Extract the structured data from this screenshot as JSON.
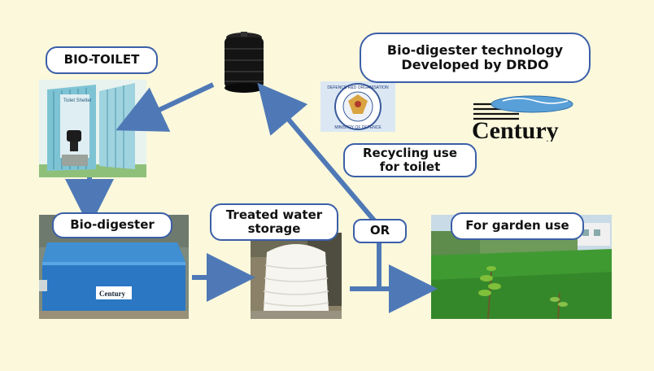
{
  "labels": {
    "bio_toilet": "BIO-TOILET",
    "bio_digester": "Bio-digester",
    "treated_water_line1": "Treated water",
    "treated_water_line2": "storage",
    "or": "OR",
    "garden_use": "For garden use",
    "recycling_line1": "Recycling use",
    "recycling_line2": "for toilet",
    "tech_line1": "Bio-digester technology",
    "tech_line2": "Developed by DRDO"
  },
  "logos": {
    "drdo": "DEFENCE R&D ORGANISATION",
    "drdo_bottom": "MINISTRY OF DEFENCE",
    "century": "Century"
  },
  "images": {
    "toilet_sign": "Toilet Shelter",
    "digester_badge": "Century"
  },
  "colors": {
    "background": "#fbf8dc",
    "arrow": "#4f79b6",
    "label_border": "#3b5fa8"
  }
}
